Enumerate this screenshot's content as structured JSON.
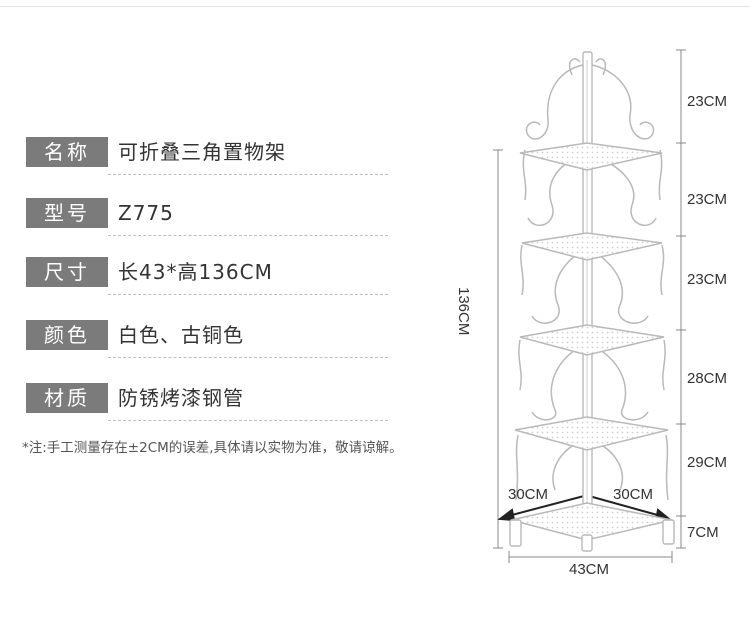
{
  "specs": [
    {
      "label": "名称",
      "value": "可折叠三角置物架"
    },
    {
      "label": "型号",
      "value": "Z775"
    },
    {
      "label": "尺寸",
      "value": "长43*高136CM"
    },
    {
      "label": "颜色",
      "value": "白色、古铜色"
    },
    {
      "label": "材质",
      "value": "防锈烤漆钢管"
    }
  ],
  "note": "*注:手工测量存在±2CM的误差,具体请以实物为准，敬请谅解。",
  "dimensions": {
    "total_height": "136CM",
    "sections": [
      "23CM",
      "23CM",
      "23CM",
      "28CM",
      "29CM",
      "7CM"
    ],
    "left_side": "30CM",
    "right_side": "30CM",
    "width": "43CM"
  },
  "colors": {
    "label_bg": "#7b7b7b",
    "label_text": "#ffffff",
    "dash": "#bdbdbd",
    "shelf_outline": "#b9b9b9"
  }
}
